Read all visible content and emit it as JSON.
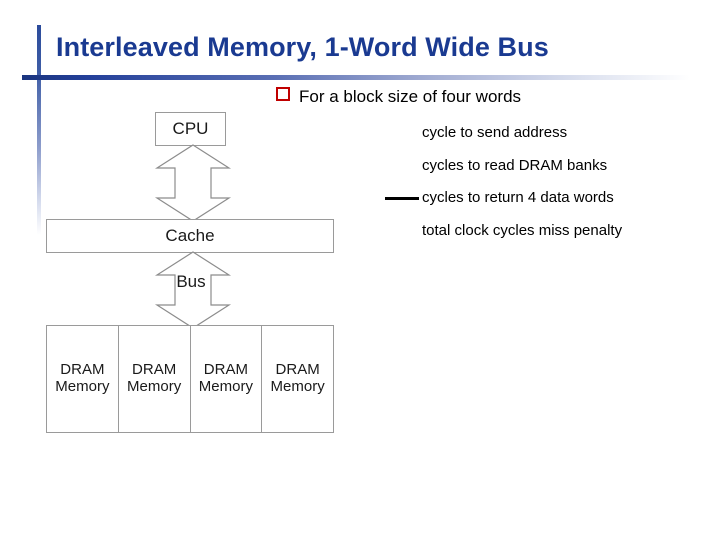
{
  "slide": {
    "title": "Interleaved Memory, 1-Word Wide Bus",
    "title_color": "#1A3A91",
    "accent_rule_color": "#1B357F",
    "background": "#ffffff"
  },
  "bullet": {
    "marker_icon": "red-square-bullet-icon",
    "marker_color": "#C00000",
    "text": "For a block size of four words"
  },
  "sub_lines": [
    {
      "value": "",
      "text": "cycle to send address",
      "rule": false
    },
    {
      "value": "",
      "text": "cycles to read DRAM banks",
      "rule": false
    },
    {
      "value": "",
      "text": "cycles to return 4 data words",
      "rule": true
    },
    {
      "value": "",
      "text": "total clock cycles miss penalty",
      "rule": false
    }
  ],
  "diagram": {
    "cpu_label": "CPU",
    "cache_label": "Cache",
    "bus_label": "Bus",
    "arrow_cpu_cache_icon": "double-headed-block-arrow-icon",
    "arrow_bus_icon": "double-headed-block-arrow-icon",
    "box_border_color": "#9A9A9A",
    "dram_banks": [
      {
        "line1": "DRAM",
        "line2": "Memory"
      },
      {
        "line1": "DRAM",
        "line2": "Memory"
      },
      {
        "line1": "DRAM",
        "line2": "Memory"
      },
      {
        "line1": "DRAM",
        "line2": "Memory"
      }
    ]
  }
}
